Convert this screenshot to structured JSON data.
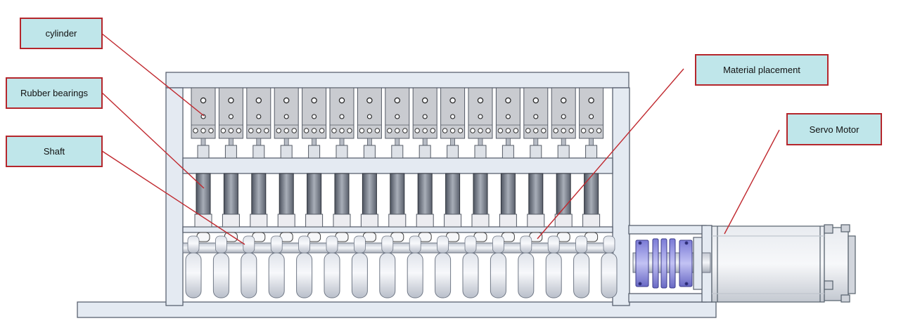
{
  "labels": {
    "cylinder": "cylinder",
    "rubber_bearings": "Rubber bearings",
    "shaft": "Shaft",
    "material_placement": "Material placement",
    "servo_motor": "Servo Motor"
  },
  "counts": {
    "cylinders": 15
  },
  "colors": {
    "label_fill": "#bfe6ea",
    "label_border": "#b5262c",
    "leader_line": "#c0282e",
    "frame_fill": "#e4eaf2",
    "frame_stroke": "#5a6270",
    "cylinder_fill": "#c9cbd0",
    "coupling_fill": "#8f8fe0"
  }
}
